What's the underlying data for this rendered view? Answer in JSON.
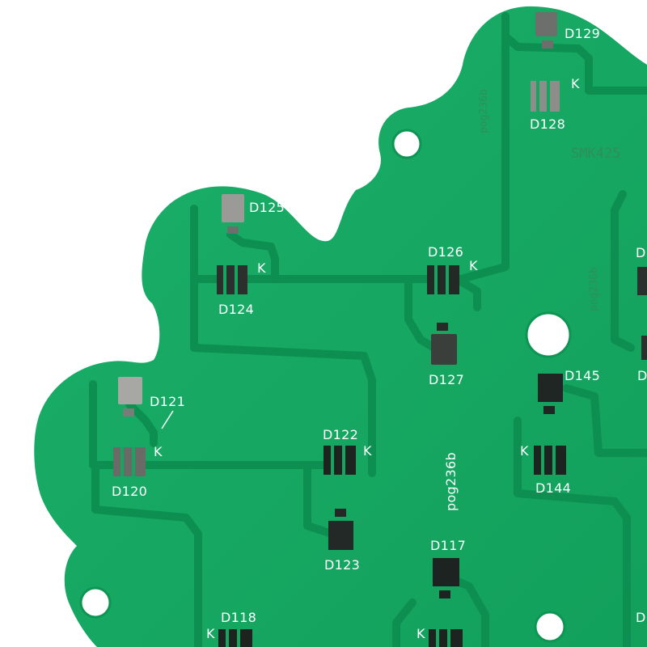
{
  "board_code": "pog236b",
  "faded_text": {
    "top_right": "SMK425",
    "rotated_a": "pog236b",
    "rotated_b": "pog236b"
  },
  "cathode_mark": "K",
  "components": [
    {
      "id": "d129",
      "label": "D129"
    },
    {
      "id": "d128",
      "label": "D128"
    },
    {
      "id": "d125",
      "label": "D125"
    },
    {
      "id": "d124",
      "label": "D124"
    },
    {
      "id": "d126",
      "label": "D126"
    },
    {
      "id": "d127",
      "label": "D127"
    },
    {
      "id": "d145",
      "label": "D145"
    },
    {
      "id": "d144",
      "label": "D144"
    },
    {
      "id": "d121",
      "label": "D121"
    },
    {
      "id": "d120",
      "label": "D120"
    },
    {
      "id": "d122",
      "label": "D122"
    },
    {
      "id": "d123",
      "label": "D123"
    },
    {
      "id": "d117",
      "label": "D117"
    },
    {
      "id": "d118",
      "label": "D118"
    }
  ],
  "edge_partial": [
    "D",
    "D",
    "D"
  ],
  "colors": {
    "board": "#14a560",
    "trace": "#0c8a4e",
    "pad": "#202a24",
    "silkscreen": "#ffffff",
    "background": "#ffffff"
  }
}
